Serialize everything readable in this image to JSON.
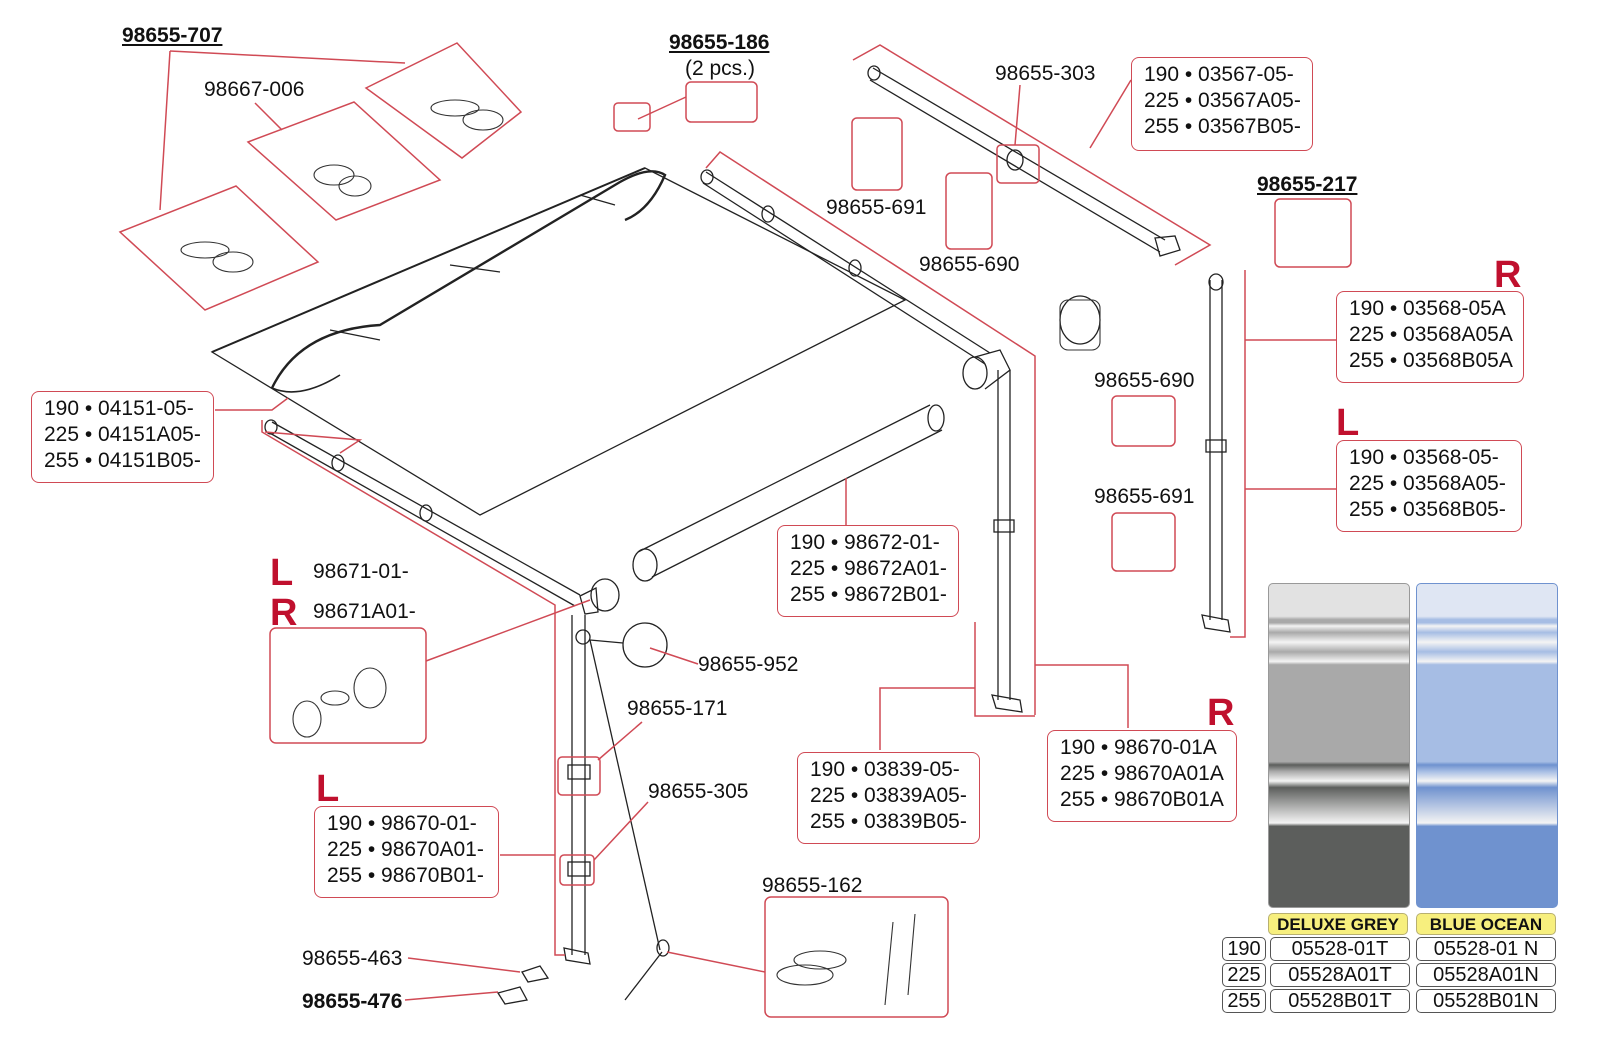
{
  "diagram": {
    "title": "Awning exploded parts diagram",
    "colors": {
      "leader": "#d04a55",
      "side_marker": "#c0102e",
      "fabric_label_bg": "#f7ef7e"
    },
    "labels": {
      "kit_707": "98655-707",
      "mount_006": "98667-006",
      "kit_186": "98655-186",
      "kit_186_qty": "(2 pcs.)",
      "top_303": "98655-303",
      "kit_217": "98655-217",
      "cap_691_top": "98655-691",
      "cap_690_top": "98655-690",
      "cap_690_right": "98655-690",
      "cap_691_right": "98655-691",
      "end_L": "98671-01-",
      "end_R": "98671A01-",
      "pin_952": "98655-952",
      "clip_171": "98655-171",
      "clip_305": "98655-305",
      "kit_162": "98655-162",
      "foot_463": "98655-463",
      "foot_476": "98655-476"
    },
    "side_markers": {
      "L": "L",
      "R": "R"
    },
    "part_boxes": {
      "rafter_top": [
        "190 • 03567-05-",
        "225 • 03567A05-",
        "255 • 03567B05-"
      ],
      "arm_R": [
        "190 • 03568-05A",
        "225 • 03568A05A",
        "255 • 03568B05A"
      ],
      "arm_L": [
        "190 • 03568-05-",
        "225 • 03568A05-",
        "255 • 03568B05-"
      ],
      "front_bar": [
        "190 • 04151-05-",
        "225 • 04151A05-",
        "255 • 04151B05-"
      ],
      "roller": [
        "190 • 98672-01-",
        "225 • 98672A01-",
        "255 • 98672B01-"
      ],
      "leg_mid": [
        "190 • 03839-05-",
        "225 • 03839A05-",
        "255 • 03839B05-"
      ],
      "leg_R": [
        "190 • 98670-01A",
        "225 • 98670A01A",
        "255 • 98670B01A"
      ],
      "leg_L": [
        "190 • 98670-01-",
        "225 • 98670A01-",
        "255 • 98670B01-"
      ]
    },
    "fabrics": {
      "names": [
        "DELUXE GREY",
        "BLUE OCEAN"
      ],
      "sizes": [
        "190",
        "225",
        "255"
      ],
      "codes": [
        [
          "05528-01T",
          "05528-01 N"
        ],
        [
          "05528A01T",
          "05528A01N"
        ],
        [
          "05528B01T",
          "05528B01N"
        ]
      ],
      "swatch_colors": [
        {
          "top": "#e2e2e2",
          "mid": "#a9a9a9",
          "bottom": "#5c5e5c"
        },
        {
          "top": "#dfe6f3",
          "mid": "#a6bde4",
          "bottom": "#6f92cf"
        }
      ]
    }
  }
}
